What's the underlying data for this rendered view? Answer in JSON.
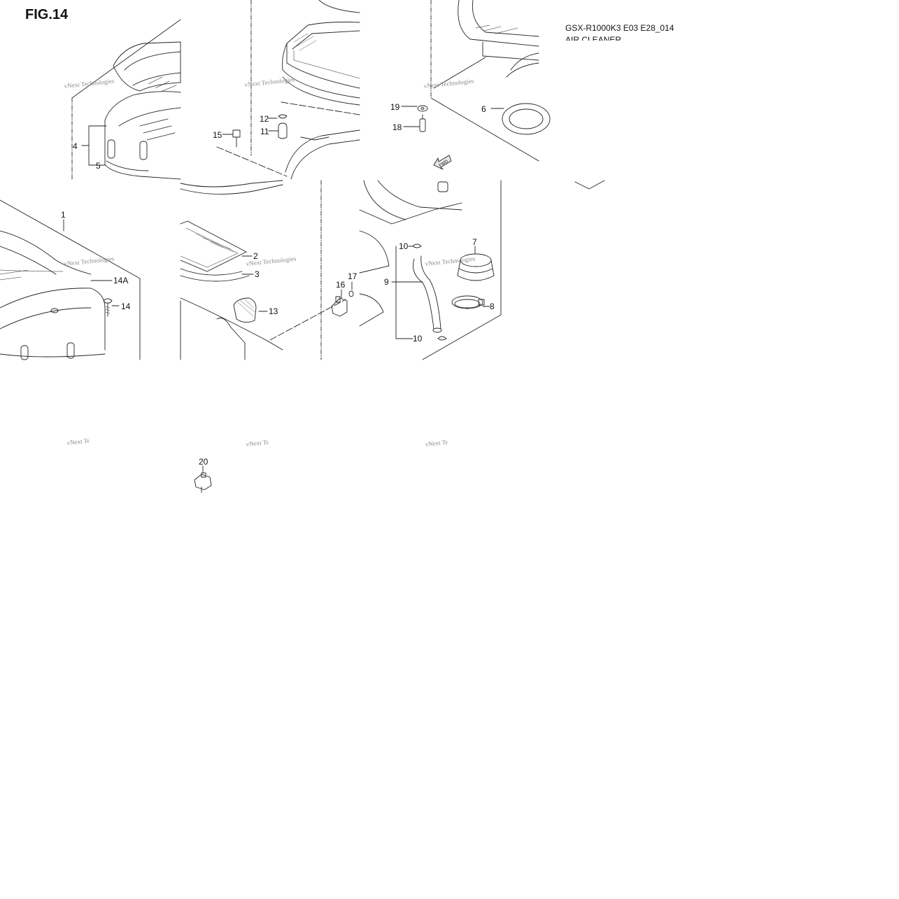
{
  "header": {
    "fig": "FIG.14",
    "code": "GSX-R1000K3 E03 E28_014",
    "subtitle": "AIR CLEANER"
  },
  "watermark": "vNext Technologies",
  "callouts": [
    {
      "id": "c4",
      "text": "4"
    },
    {
      "id": "c5",
      "text": "5"
    },
    {
      "id": "c15",
      "text": "15"
    },
    {
      "id": "c12",
      "text": "12"
    },
    {
      "id": "c11",
      "text": "11"
    },
    {
      "id": "c19",
      "text": "19"
    },
    {
      "id": "c18",
      "text": "18"
    },
    {
      "id": "c6",
      "text": "6"
    },
    {
      "id": "c1",
      "text": "1"
    },
    {
      "id": "c14a",
      "text": "14A"
    },
    {
      "id": "c14",
      "text": "14"
    },
    {
      "id": "c2",
      "text": "2"
    },
    {
      "id": "c3",
      "text": "3"
    },
    {
      "id": "c13",
      "text": "13"
    },
    {
      "id": "c16",
      "text": "16"
    },
    {
      "id": "c17",
      "text": "17"
    },
    {
      "id": "c10a",
      "text": "10"
    },
    {
      "id": "c7",
      "text": "7"
    },
    {
      "id": "c9",
      "text": "9"
    },
    {
      "id": "c8",
      "text": "8"
    },
    {
      "id": "c10b",
      "text": "10"
    },
    {
      "id": "c20",
      "text": "20"
    }
  ],
  "fwd_label": "FWD"
}
